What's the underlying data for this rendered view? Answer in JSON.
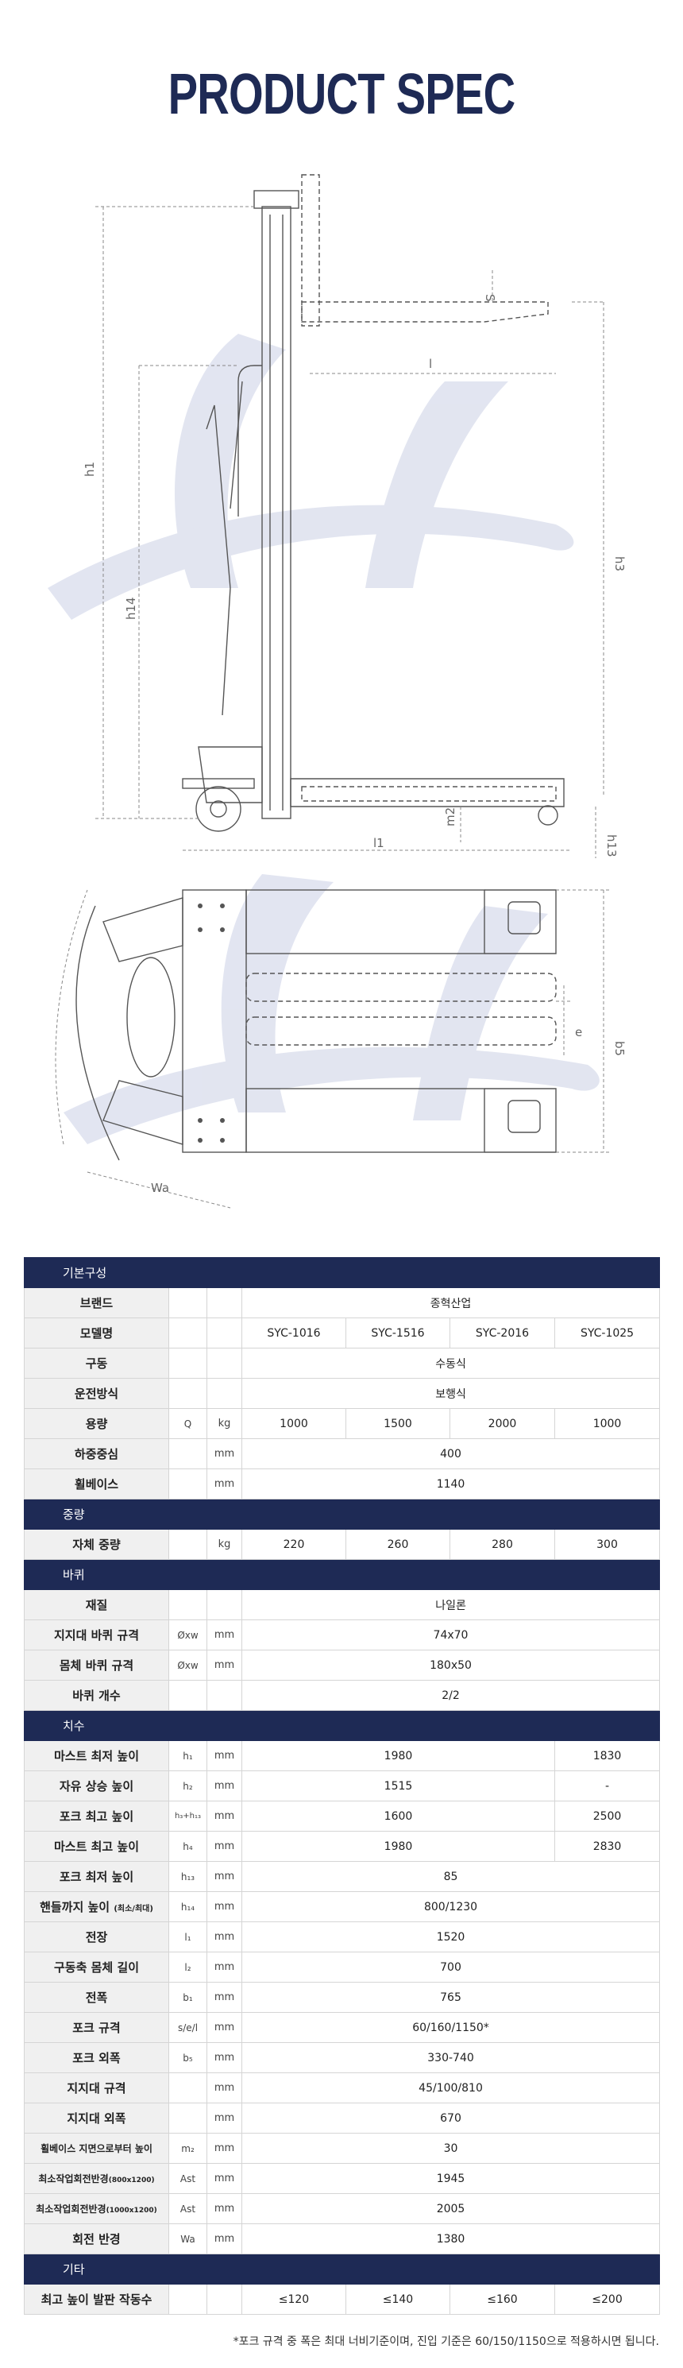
{
  "page": {
    "title": "PRODUCT SPEC",
    "footnote": "*포크 규격 중 폭은 최대 너비기준이며, 진입 기준은 60/150/1150으로 적용하시면 됩니다."
  },
  "side_labels": {
    "s": "S",
    "l": "l",
    "h1": "h1",
    "h14": "h14",
    "h3": "h3",
    "m2": "m2",
    "h13": "h13",
    "l1": "l1"
  },
  "top_labels": {
    "b5": "b5",
    "e": "e",
    "wa": "Wa"
  },
  "colors": {
    "navy": "#1e2a55",
    "line_gray": "#555555",
    "watermark": "#dde1ee"
  },
  "spec": {
    "sec_basic": "기본구성",
    "brand": {
      "label": "브랜드",
      "value": "종혁산업"
    },
    "model": {
      "label": "모델명",
      "values": [
        "SYC-1016",
        "SYC-1516",
        "SYC-2016",
        "SYC-1025"
      ]
    },
    "drive": {
      "label": "구동",
      "value": "수동식"
    },
    "operation": {
      "label": "운전방식",
      "value": "보행식"
    },
    "capacity": {
      "label": "용량",
      "sym": "Q",
      "unit": "kg",
      "values": [
        "1000",
        "1500",
        "2000",
        "1000"
      ]
    },
    "load_center": {
      "label": "하중중심",
      "unit": "mm",
      "value": "400"
    },
    "wheelbase": {
      "label": "휠베이스",
      "unit": "mm",
      "value": "1140"
    },
    "sec_weight": "중량",
    "self_weight": {
      "label": "자체 중량",
      "unit": "kg",
      "values": [
        "220",
        "260",
        "280",
        "300"
      ]
    },
    "sec_wheel": "바퀴",
    "material": {
      "label": "재질",
      "value": "나일론"
    },
    "support_wheel": {
      "label": "지지대 바퀴 규격",
      "sym": "Øxw",
      "unit": "mm",
      "value": "74x70"
    },
    "body_wheel": {
      "label": "몸체 바퀴 규격",
      "sym": "Øxw",
      "unit": "mm",
      "value": "180x50"
    },
    "wheel_count": {
      "label": "바퀴 개수",
      "value": "2/2"
    },
    "sec_dim": "치수",
    "mast_min_h": {
      "label": "마스트 최저 높이",
      "sym": "h₁",
      "unit": "mm",
      "value_a": "1980",
      "value_b": "1830"
    },
    "free_lift": {
      "label": "자유 상승 높이",
      "sym": "h₂",
      "unit": "mm",
      "value_a": "1515",
      "value_b": "-"
    },
    "fork_max_h": {
      "label": "포크 최고 높이",
      "sym": "h₃+h₁₃",
      "unit": "mm",
      "value_a": "1600",
      "value_b": "2500"
    },
    "mast_max_h": {
      "label": "마스트 최고 높이",
      "sym": "h₄",
      "unit": "mm",
      "value_a": "1980",
      "value_b": "2830"
    },
    "fork_min_h": {
      "label": "포크 최저 높이",
      "sym": "h₁₃",
      "unit": "mm",
      "value": "85"
    },
    "handle_h": {
      "label": "핸들까지 높이",
      "label_note": "(최소/최대)",
      "sym": "h₁₄",
      "unit": "mm",
      "value": "800/1230"
    },
    "total_length": {
      "label": "전장",
      "sym": "l₁",
      "unit": "mm",
      "value": "1520"
    },
    "drive_body_length": {
      "label": "구동축 몸체 길이",
      "sym": "l₂",
      "unit": "mm",
      "value": "700"
    },
    "total_width": {
      "label": "전폭",
      "sym": "b₁",
      "unit": "mm",
      "value": "765"
    },
    "fork_spec": {
      "label": "포크 규격",
      "sym": "s/e/l",
      "unit": "mm",
      "value": "60/160/1150*"
    },
    "fork_outer": {
      "label": "포크 외폭",
      "sym": "b₅",
      "unit": "mm",
      "value": "330-740"
    },
    "support_spec": {
      "label": "지지대 규격",
      "unit": "mm",
      "value": "45/100/810"
    },
    "support_outer": {
      "label": "지지대 외폭",
      "unit": "mm",
      "value": "670"
    },
    "wb_ground": {
      "label": "휠베이스 지면으로부터 높이",
      "sym": "m₂",
      "unit": "mm",
      "value": "30"
    },
    "aisle_800": {
      "label": "최소작업회전반경",
      "label_note": "(800x1200)",
      "sym": "Ast",
      "unit": "mm",
      "value": "1945"
    },
    "aisle_1000": {
      "label": "최소작업회전반경",
      "label_note": "(1000x1200)",
      "sym": "Ast",
      "unit": "mm",
      "value": "2005"
    },
    "turn_radius": {
      "label": "회전 반경",
      "sym": "Wa",
      "unit": "mm",
      "value": "1380"
    },
    "sec_etc": "기타",
    "pedal": {
      "label": "최고 높이 발판 작동수",
      "values": [
        "≤120",
        "≤140",
        "≤160",
        "≤200"
      ]
    }
  }
}
